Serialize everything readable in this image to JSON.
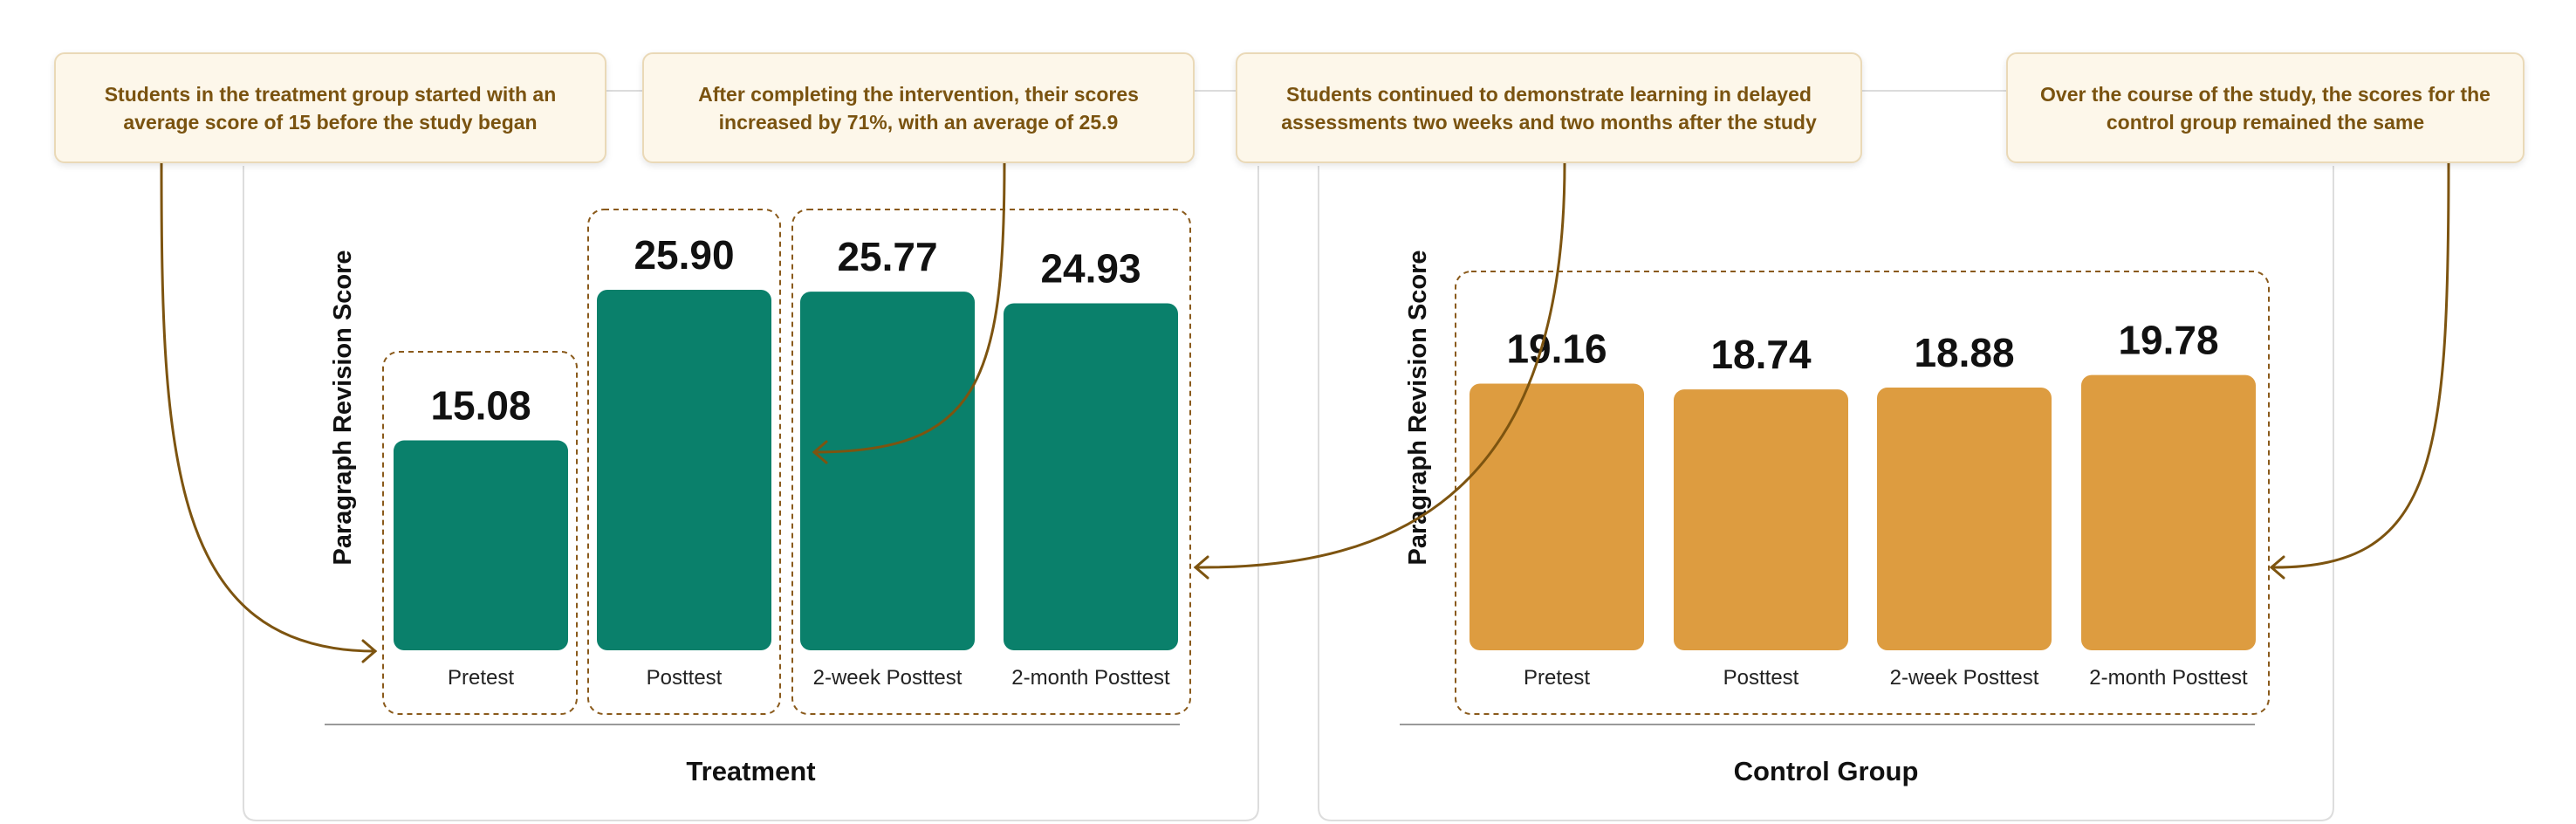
{
  "colors": {
    "treatment": "#0a806b",
    "control": "#dd9c40",
    "callout_text": "#7a5310",
    "arrow": "#7d5410",
    "bracket": "#8a5a1b",
    "panel_border": "#dddddd"
  },
  "callouts": [
    "Students in the treatment group started with an average score of 15 before the study began",
    "After completing the intervention, their scores increased by 71%, with an average of 25.9",
    "Students continued to demonstrate learning in delayed assessments two weeks and two months after the study",
    "Over the course of the study, the scores for the control group remained the same"
  ],
  "chart_data": [
    {
      "type": "bar",
      "title": "Treatment",
      "ylabel": "Paragraph Revision Score",
      "categories": [
        "Pretest",
        "Posttest",
        "2-week Posttest",
        "2-month Posttest"
      ],
      "values": [
        15.08,
        25.9,
        25.77,
        24.93
      ],
      "value_labels": [
        "15.08",
        "25.90",
        "25.77",
        "24.93"
      ],
      "color": "#0a806b",
      "ylim": [
        0,
        30
      ],
      "grid": false
    },
    {
      "type": "bar",
      "title": "Control Group",
      "ylabel": "Paragraph Revision Score",
      "categories": [
        "Pretest",
        "Posttest",
        "2-week Posttest",
        "2-month Posttest"
      ],
      "values": [
        19.16,
        18.74,
        18.88,
        19.78
      ],
      "value_labels": [
        "19.16",
        "18.74",
        "18.88",
        "19.78"
      ],
      "color": "#dd9c40",
      "ylim": [
        0,
        30
      ],
      "grid": false
    }
  ]
}
